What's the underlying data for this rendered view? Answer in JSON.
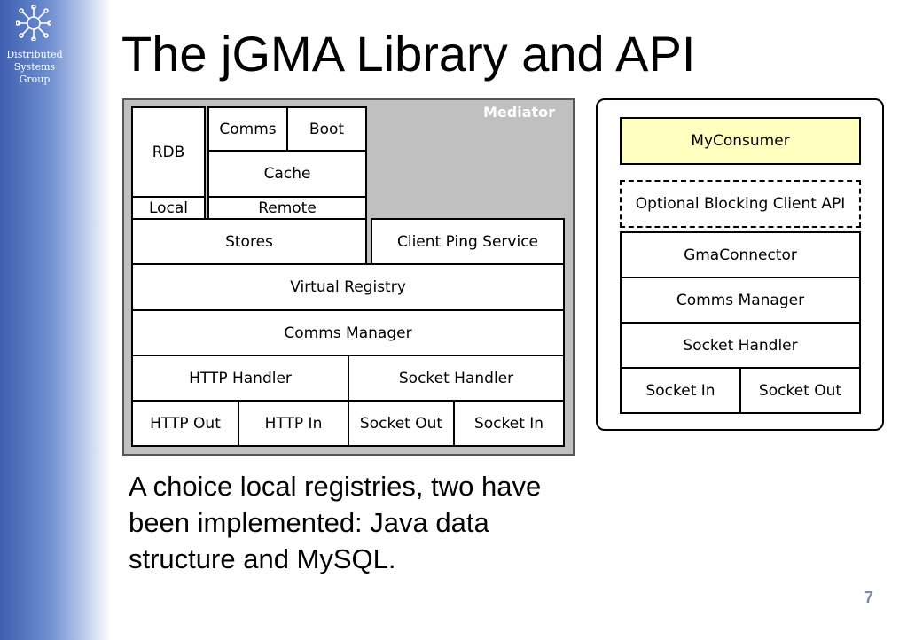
{
  "sidebar": {
    "logo_text": [
      "Distributed",
      "Systems",
      "Group"
    ]
  },
  "slide": {
    "title": "The jGMA Library and API",
    "page_number": "7"
  },
  "mediator": {
    "label": "Mediator",
    "rdb": "RDB",
    "local": "Local",
    "comms": "Comms",
    "boot": "Boot",
    "cache": "Cache",
    "remote": "Remote",
    "stores": "Stores",
    "client_ping_service": "Client Ping Service",
    "virtual_registry": "Virtual Registry",
    "comms_manager": "Comms Manager",
    "http_handler": "HTTP Handler",
    "socket_handler": "Socket Handler",
    "http_out": "HTTP Out",
    "http_in": "HTTP In",
    "socket_out": "Socket Out",
    "socket_in": "Socket In"
  },
  "client": {
    "my_consumer": "MyConsumer",
    "optional_api": "Optional Blocking Client API",
    "gma_connector": "GmaConnector",
    "comms_manager": "Comms Manager",
    "socket_handler": "Socket Handler",
    "socket_in": "Socket In",
    "socket_out": "Socket Out"
  },
  "body_text": "A choice local registries, two have been implemented: Java data structure and MySQL.",
  "colors": {
    "consumer_fill": "#ffffc0",
    "mediator_fill": "#c0c0c0"
  }
}
